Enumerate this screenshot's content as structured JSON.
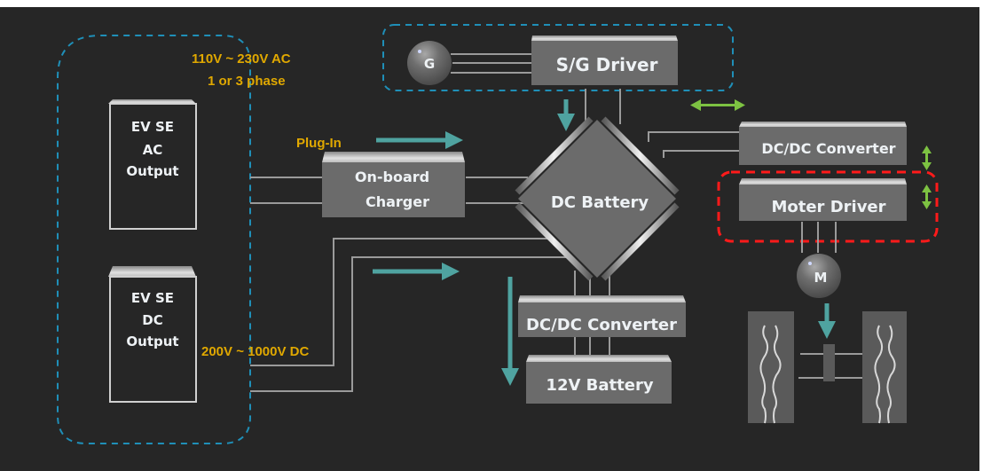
{
  "title": "EV power architecture block diagram",
  "colors": {
    "background": "#262626",
    "block": "#6b6b6b",
    "block_top": "#cfcfcf",
    "wire": "#9a9a9a",
    "annotation": "#e0a800",
    "flow_arrow": "#4fa3a0",
    "bidirectional_arrow": "#7dc242",
    "group_outline_blue": "#1f8fb8",
    "highlight_outline_red": "#ff1a1a"
  },
  "annotations": {
    "ac_range_line1": "110V ~ 230V AC",
    "ac_range_line2": "1 or 3 phase",
    "plug_in": "Plug-In",
    "dc_range": "200V ~ 1000V DC"
  },
  "blocks": {
    "evse_ac": [
      "EV SE",
      "AC",
      "Output"
    ],
    "evse_dc": [
      "EV SE",
      "DC",
      "Output"
    ],
    "onboard_charger": [
      "On-board",
      "Charger"
    ],
    "dc_battery": "DC Battery",
    "sg_driver": "S/G Driver",
    "generator": "G",
    "dcdc_top": "DC/DC Converter",
    "motor_driver": "Moter Driver",
    "motor": "M",
    "dcdc_bottom": "DC/DC  Converter",
    "battery_12v": "12V Battery"
  }
}
